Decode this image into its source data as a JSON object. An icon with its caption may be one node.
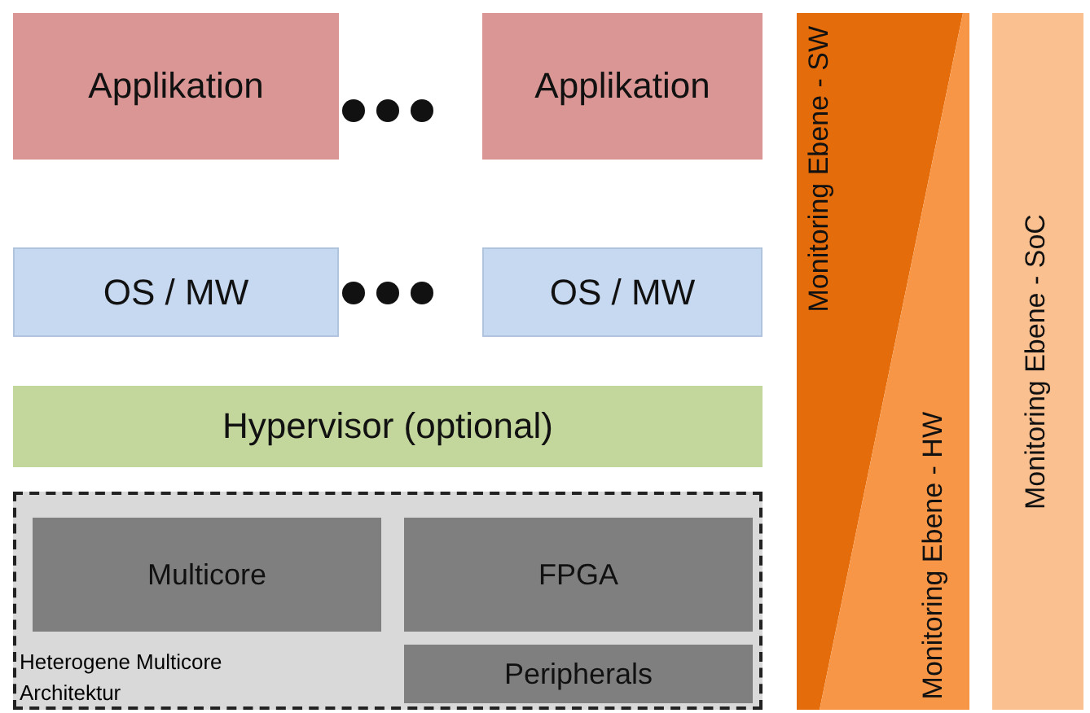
{
  "diagram": {
    "nodes": [
      {
        "text": [
          "Applikation"
        ]
      },
      {
        "text": [
          "Applikation"
        ]
      },
      {
        "text": [
          "OS / MW"
        ]
      },
      {
        "text": [
          "OS / MW"
        ]
      },
      {
        "text": [
          "Hypervisor (optional)"
        ]
      },
      {
        "text": [
          "Heterogene Multicore Architektur"
        ]
      },
      {
        "text": [
          "Multicore"
        ],
        "in": 5
      },
      {
        "text": [
          "FPGA"
        ],
        "in": 5
      },
      {
        "text": [
          "Peripherals"
        ],
        "in": 5
      },
      {
        "text": [
          "Monitoring Ebene - SW"
        ]
      },
      {
        "text": [
          "Monitoring Ebene - HW"
        ]
      },
      {
        "text": [
          "Monitoring Ebene - SoC"
        ]
      }
    ],
    "edges": []
  }
}
